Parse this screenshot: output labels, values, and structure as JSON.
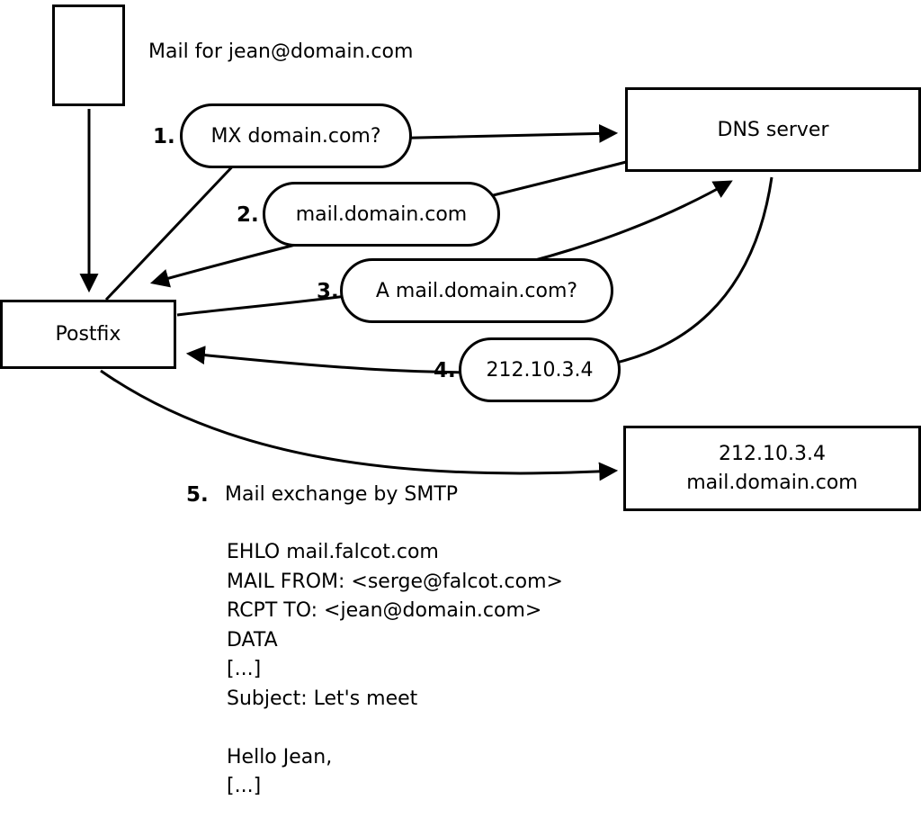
{
  "diagram": {
    "mail_label": "Mail for jean@domain.com",
    "nodes": {
      "postfix": "Postfix",
      "dns": "DNS server",
      "mailserver_line1": "212.10.3.4",
      "mailserver_line2": "mail.domain.com"
    },
    "steps": [
      {
        "num": "1.",
        "label": "MX domain.com?"
      },
      {
        "num": "2.",
        "label": "mail.domain.com"
      },
      {
        "num": "3.",
        "label": "A mail.domain.com?"
      },
      {
        "num": "4.",
        "label": "212.10.3.4"
      },
      {
        "num": "5.",
        "label": "Mail exchange by SMTP"
      }
    ],
    "smtp_session": [
      "EHLO mail.falcot.com",
      "MAIL FROM: <serge@falcot.com>",
      "RCPT TO: <jean@domain.com>",
      "DATA",
      "[...]",
      "Subject: Let's meet",
      "",
      "Hello Jean,",
      "[...]",
      "",
      "."
    ]
  },
  "colors": {
    "stroke": "#000000",
    "background": "#ffffff"
  }
}
